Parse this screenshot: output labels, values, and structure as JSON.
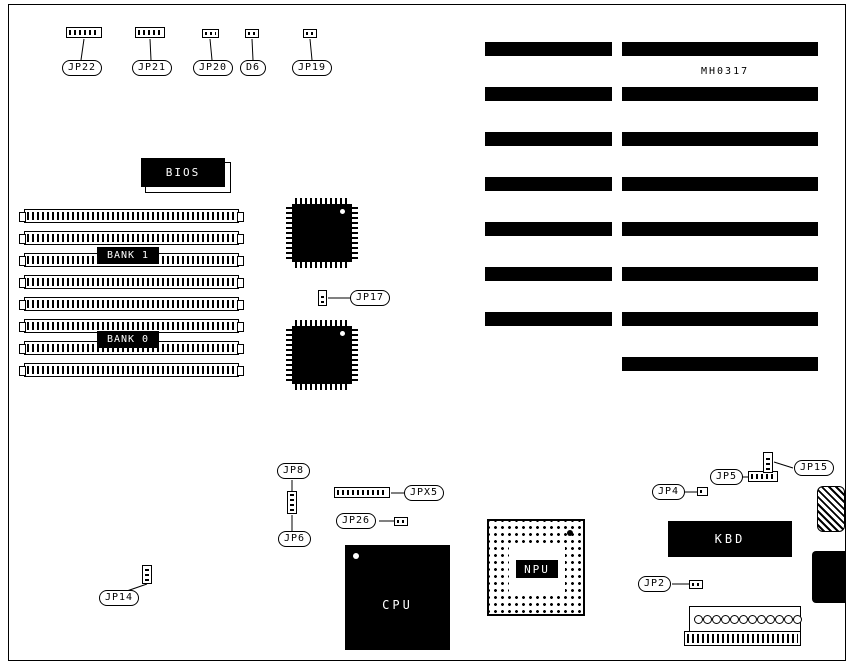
{
  "board": {
    "id_label": "MH0317"
  },
  "top_jumpers": [
    {
      "label": "JP22"
    },
    {
      "label": "JP21"
    },
    {
      "label": "JP20"
    },
    {
      "label": "D6"
    },
    {
      "label": "JP19"
    }
  ],
  "memory": {
    "bank1_label": "BANK 1",
    "bank0_label": "BANK 0"
  },
  "chips": {
    "bios_label": "BIOS",
    "cpu_label": "CPU",
    "npu_label": "NPU",
    "kbd_label": "KBD"
  },
  "jumpers": {
    "jp17": "JP17",
    "jp8": "JP8",
    "jp6": "JP6",
    "jpx5": "JPX5",
    "jp26": "JP26",
    "jp14": "JP14",
    "jp4": "JP4",
    "jp5": "JP5",
    "jp15": "JP15",
    "jp2": "JP2"
  }
}
